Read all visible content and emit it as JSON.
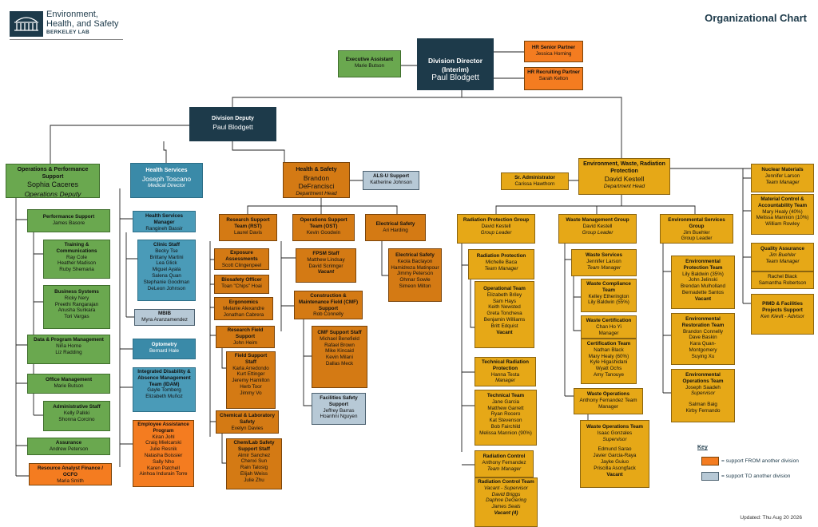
{
  "header": {
    "logo_line1": "Environment,",
    "logo_line2": "Health, and Safety",
    "logo_line3": "BERKELEY LAB",
    "title": "Organizational Chart"
  },
  "director": {
    "title": "Division Director (Interim)",
    "name": "Paul Blodgett"
  },
  "exec_asst": {
    "title": "Executive Assistant",
    "name": "Marie Butson"
  },
  "hr1": {
    "title": "HR Senior Partner",
    "name": "Jessica Horning"
  },
  "hr2": {
    "title": "HR Recruiting Partner",
    "name": "Sarah Kelton"
  },
  "deputy": {
    "title": "Division Deputy",
    "name": "Paul Blodgett"
  },
  "ops": {
    "title": "Operations & Performance Support",
    "name": "Sophia Caceres",
    "role": "Operations Deputy"
  },
  "perf": {
    "title": "Performance Support",
    "people": "James Basore"
  },
  "training": {
    "title": "Training & Communications",
    "people": "Ray Cole\nHeather Madison\nRuby Shemaria"
  },
  "biz": {
    "title": "Business Systems",
    "people": "Ricky Nery\nPreethi Rangarajan\nAnusha Sunkara\nTori Vargas"
  },
  "data": {
    "title": "Data & Program Management",
    "people": "Niña Horne\nLiz Radding"
  },
  "office": {
    "title": "Office Management",
    "people": "Marie Butson"
  },
  "admin": {
    "title": "Administrative Staff",
    "people": "Kelly Palkki\nShonna Corcino"
  },
  "assur": {
    "title": "Assurance",
    "people": "Andrew Peterson"
  },
  "resan": {
    "title": "Resource Analyst Finance / OCFO",
    "people": "Maria Smith"
  },
  "hs": {
    "title": "Health Services",
    "name": "Joseph Toscano",
    "role": "Medical Director"
  },
  "hsm": {
    "title": "Health Services Manager",
    "people": "Rangineh Bassir"
  },
  "clinic": {
    "title": "Clinic Staff",
    "people": "Becky Tse\nBrittany Martini\nLea Glick\nMiguel Ayala\nSalena Quan\nStephanie Goodman\nDeLeon Johnson"
  },
  "mbib": {
    "title": "MBIB",
    "people": "Myra Aranzamendez"
  },
  "opt": {
    "title": "Optometry",
    "people": "Bernard Hale"
  },
  "idam": {
    "title": "Integrated Disability & Absence Management Team (IDAM)",
    "people": "Gayle Tomberg\nElizabeth Muñoz"
  },
  "eap": {
    "title": "Employee Assistance Program",
    "people": "Kiran Johl\nCraig Mielcarski\nJulie Resnik\nNatasha Boissier\nSally Nho\nKaren Patchell\nAinhoa Indurain Torre"
  },
  "hsafety": {
    "title": "Health & Safety",
    "name": "Brandon DeFrancisci",
    "role": "Department Head"
  },
  "alsu": {
    "title": "ALS-U Support",
    "people": "Katherine Johnson"
  },
  "rst": {
    "title": "Research Support Team (RST)",
    "people": "Laurel Davis"
  },
  "expo": {
    "title": "Exposure Assessments",
    "people": "Scott Clingenpeel"
  },
  "bio": {
    "title": "Biosafety Officer",
    "people": "Toan \"Chips\" Hoai"
  },
  "ergo": {
    "title": "Ergonomics",
    "people": "Melanie Alexandre\nJonathan Cabrera"
  },
  "rfs": {
    "title": "Research Field Support",
    "people": "John Heim"
  },
  "fss": {
    "title": "Field Support Staff",
    "people": "Karla Arredondo\nKurt Ettinger\nJeremy Hamilton\nHerb Toor\nJimmy Vo"
  },
  "chem": {
    "title": "Chemical & Laboratory Safety",
    "people": "Evelyn Davies"
  },
  "chemstaff": {
    "title": "Chem/Lab Safety Support Staff",
    "people": "Almir Sanchez\nChenxi Sun\nRain Talosig\nElijah Weiss\nJulie Zhu"
  },
  "ost": {
    "title": "Operations Support Team (OST)",
    "people": "Kevin Goodwin"
  },
  "fpsm": {
    "title": "FPSM Staff",
    "people": "Matthew Lindsay\nDavid Scrimger",
    "vacant": "Vacant"
  },
  "cmf": {
    "title": "Construction & Maintenance Field (CMF) Support",
    "people": "Rob Connelly"
  },
  "cmfstaff": {
    "title": "CMF Support Staff",
    "people": "Michael Benefield\nRafael Brown\nMike Kincaid\nKevin Milani\nDallas Meck"
  },
  "fac": {
    "title": "Facilities Safety Support",
    "people": "Jeffrey Barras\nHoanhni Nguyen"
  },
  "elec": {
    "title": "Electrical Safety",
    "people": "Ari Harding"
  },
  "elecstaff": {
    "title": "Electrical Safety",
    "people": "Keola Baclayon\nHamidreza Matinpour\nJimmy Peterson\nOhmar Sowle\nSimeon Milton"
  },
  "ewr": {
    "title": "Environment, Waste, Radiation Protection",
    "name": "David Kestell",
    "role": "Department Head"
  },
  "sradmin": {
    "title": "Sr. Administrator",
    "people": "Carissa Hawthorn"
  },
  "rpg": {
    "title": "Radiation Protection Group",
    "name": "David Kestell",
    "role": "Group Leader"
  },
  "rp": {
    "title": "Radiation Protection",
    "name": "Michelle Baca",
    "role": "Team Manager"
  },
  "opteam": {
    "title": "Operational Team",
    "people": "Elizabeth Briley\nSam Hays\nKeith Newsted\nGreta Toncheva\nBenjamin Williams\nBritt Edquist",
    "vacant": "Vacant"
  },
  "trp": {
    "title": "Technical Radiation Protection",
    "name": "Hanna Testa",
    "role": "Manager"
  },
  "techteam": {
    "title": "Technical Team",
    "people": "Jane Garcia\nMatthew Garrett\nRyan Rocero\nKat Stevenson\nBob Fairchild\nMelissa Mannion (90%)"
  },
  "radctrl": {
    "title": "Radiation Control",
    "name": "Anthony Fernandez",
    "role": "Team Manager"
  },
  "radteam": {
    "title": "Radiation Control Team",
    "italic": "Vacant - Supervisor\nDavid Briggs\nDaphne DeGering\nJames Seals",
    "vacant": "Vacant (4)"
  },
  "wmg": {
    "title": "Waste Management Group",
    "name": "David Kestell",
    "role": "Group Leader"
  },
  "ws": {
    "title": "Waste Services",
    "name": "Jennifer Larson",
    "role": "Team Manager"
  },
  "wct": {
    "title": "Waste Compliance Team",
    "people": "Kelley Etherington\nLily Baldwin (55%)"
  },
  "wcert": {
    "title": "Waste Certification",
    "people": "Chan Ho Yi\nManager"
  },
  "cteam": {
    "title": "Certification Team",
    "people": "Nathan Black\nMary Healy (60%)\nKyle Higashidani\nWyatt Ochs\nAmy Tanouye"
  },
  "wops": {
    "title": "Waste Operations",
    "people": "Anthony Fernandez Team Manager"
  },
  "wopsteam": {
    "title": "Waste Operations Team",
    "name": "Isaac Gonzales",
    "role": "Supervisor",
    "people": "Edmund Sarao\nJavier Garcia-Raya\nJayke Guiuo\nPriscilla Asongfack",
    "vacant": "Vacant"
  },
  "esg": {
    "title": "Environmental Services Group",
    "people": "Jim Buehler\nGroup Leader"
  },
  "ept": {
    "title": "Environmental Protection Team",
    "people": "Lily Baldwin (35%)\nJohn Jelinski\nBrendan Mulholland\nBernadette Santos",
    "vacant": "Vacant"
  },
  "ert": {
    "title": "Environmental Restoration Team",
    "people": "Brandon Connelly\nDave Baskin\nKara Quan-\nMontgomery\nSuying Xu"
  },
  "eot": {
    "title": "Environmental Operations Team",
    "name": "Joseph Saadeh",
    "role": "Supervisor",
    "people": "Salman Baig\nKirby Fernando"
  },
  "nm": {
    "title": "Nuclear Materials",
    "name": "Jennifer Larson",
    "role": "Team Manager"
  },
  "mca": {
    "title": "Material Control & Accountability Team",
    "people": "Mary Healy (40%)\nMelissa Mannion (10%)\nWilliam Rowley"
  },
  "qa": {
    "title": "Quality Assurance",
    "italic": "Jim Buehler\nTeam Manager"
  },
  "qastaff": {
    "people": "Rachel Black\nSamantha Robertson"
  },
  "pimd": {
    "title": "PIMD & Facilities Projects Support",
    "italic": "Ken Kievit - Advisor"
  },
  "key": {
    "title": "Key",
    "from": "= support FROM another division",
    "to": "= support TO another division"
  },
  "updated": "Updated: Thu Aug 20 2026",
  "colors": {
    "navy": "#1d3a4a",
    "teal": "#3a8aa8",
    "green": "#6aa84f",
    "gold": "#e6a817",
    "orange_dark": "#d47a14",
    "orange": "#f47c20",
    "grey": "#b7c9d6"
  }
}
